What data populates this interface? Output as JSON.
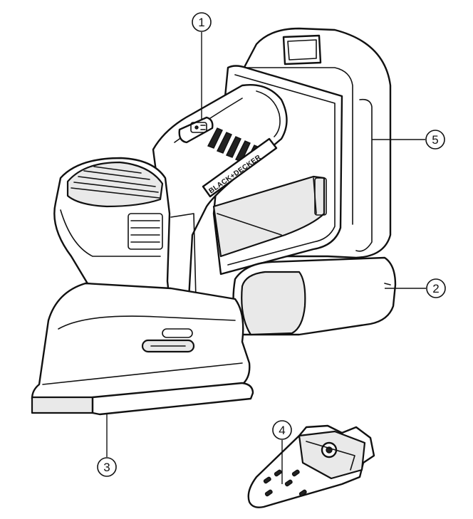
{
  "brand": {
    "logo_text": "BLACK+DECKER"
  },
  "callouts": [
    {
      "number": "1",
      "part": "power switch"
    },
    {
      "number": "2",
      "part": "battery"
    },
    {
      "number": "3",
      "part": "sanding base"
    },
    {
      "number": "4",
      "part": "finger attachment"
    },
    {
      "number": "5",
      "part": "battery"
    }
  ],
  "colors": {
    "ink": "#111111",
    "paper": "#ffffff"
  }
}
